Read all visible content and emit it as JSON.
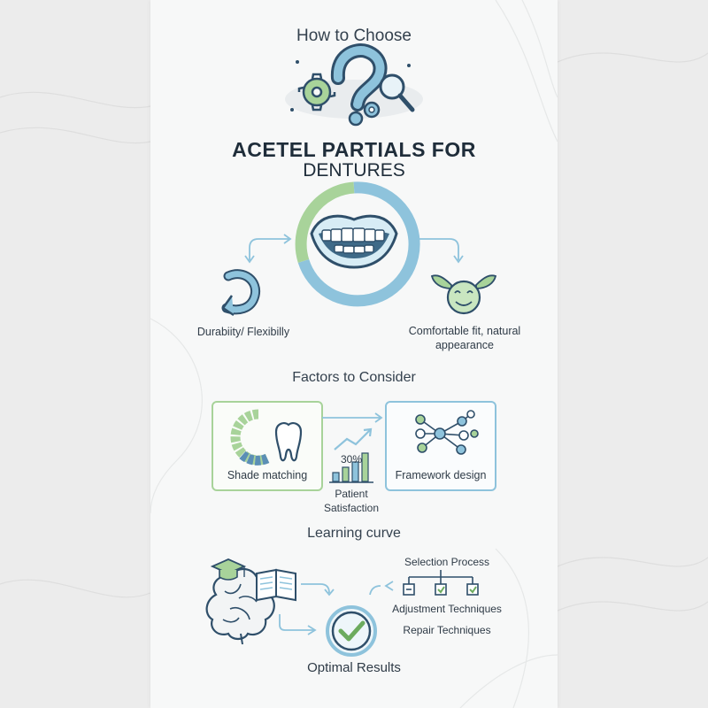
{
  "header": {
    "subtitle_top": "How to Choose",
    "title_line1": "ACETEL PARTIALS FOR",
    "title_line2": "DENTURES"
  },
  "top_section": {
    "left_label": "Durabiity/ Flexibilly",
    "right_label": "Comfortable fit, natural appearance"
  },
  "factors": {
    "heading": "Factors to Consider",
    "shade_label": "Shade matching",
    "framework_label": "Framework design",
    "bar_percent": "30%",
    "patient_label": "Patient Satisfaction"
  },
  "learning": {
    "heading": "Learning curve",
    "selection": "Selection Process",
    "adjustment": "Adjustment Techniques",
    "repair": "Repair Techniques",
    "optimal": "Optimal Results"
  },
  "colors": {
    "blue": "#8ec3dc",
    "green": "#a8d39a",
    "navy": "#2f4f6a",
    "mid_blue": "#5b8fb5"
  }
}
